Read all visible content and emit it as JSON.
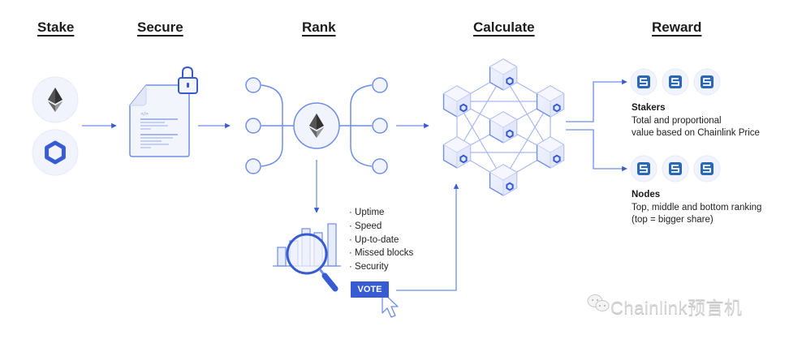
{
  "headings": {
    "stake": "Stake",
    "secure": "Secure",
    "rank": "Rank",
    "calculate": "Calculate",
    "reward": "Reward"
  },
  "stake": {
    "tokens": [
      "ethereum-icon",
      "chainlink-icon"
    ]
  },
  "secure": {
    "document_tag": "</>",
    "icon": "lock-icon"
  },
  "rank": {
    "metrics": [
      "· Uptime",
      "· Speed",
      "· Up-to-date",
      "· Missed blocks",
      "· Security"
    ],
    "vote_label": "VOTE"
  },
  "reward": {
    "stakers": {
      "title": "Stakers",
      "desc_line1": "Total and proportional",
      "desc_line2": "value based on Chainlink Price"
    },
    "nodes": {
      "title": "Nodes",
      "desc_line1": "Top, middle and bottom ranking",
      "desc_line2": "(top = bigger share)"
    }
  },
  "watermark": "Chainlink预言机",
  "colors": {
    "accent": "#375bd2",
    "line": "#6f8ee6",
    "fill_light": "#f1f3fd",
    "node_fill": "#e8ecfb",
    "reward_icon": "#2a67b6"
  }
}
